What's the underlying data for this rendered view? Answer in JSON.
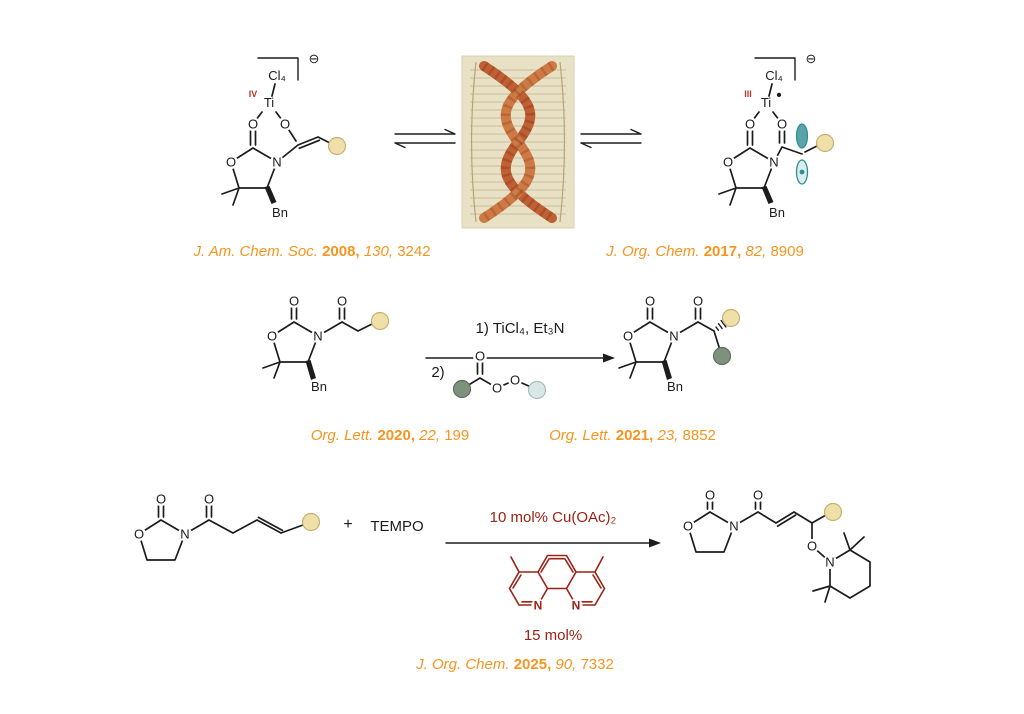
{
  "colors": {
    "ink": "#1c1c1c",
    "cite": "#f7941e",
    "red": "#9b2214",
    "oxid": "#b43a26",
    "teal": "#2e8d93",
    "tealLight": "#d9ecee",
    "tan": "#efdfa9",
    "tanEdge": "#c6b06f",
    "sage": "#7d917d",
    "sageEdge": "#5b6f5b",
    "mist": "#dbe7e7",
    "mistEdge": "#a3bcbc",
    "helixBg": "#e9e1c6",
    "helixLine": "#b3a577",
    "helixA": "#bf5f33",
    "helixB": "#cd7a44",
    "helixDark": "#8f3d1f"
  },
  "atoms": {
    "O": "O",
    "N": "N",
    "Ti": "Ti",
    "Cl4": "Cl₄",
    "Bn": "Bn",
    "oxIV": "IV",
    "oxIII": "III",
    "charge": "⊖",
    "radical": "•"
  },
  "citations": [
    {
      "journal": "J. Am. Chem. Soc.",
      "year": "2008,",
      "volume": "130,",
      "page": "3242"
    },
    {
      "journal": "J. Org. Chem.",
      "year": "2017,",
      "volume": "82,",
      "page": "8909"
    },
    {
      "journal": "Org. Lett.",
      "year": "2020,",
      "volume": "22,",
      "page": "199"
    },
    {
      "journal": "Org. Lett.",
      "year": "2021,",
      "volume": "23,",
      "page": "8852"
    },
    {
      "journal": "J. Org. Chem.",
      "year": "2025,",
      "volume": "90,",
      "page": "7332"
    }
  ],
  "conditions": {
    "alkylation": {
      "step1": "1) TiCl₄, Et₃N",
      "step2": "2)"
    },
    "oxyamination": {
      "plus": "+",
      "reagent": "TEMPO",
      "catalyst": "10 mol% Cu(OAc)₂",
      "ligand_loading": "15 mol%"
    }
  }
}
